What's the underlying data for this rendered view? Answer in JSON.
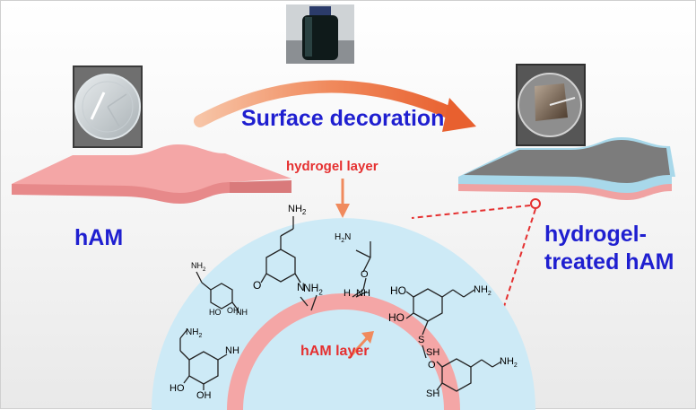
{
  "title": "Surface decoration",
  "labels": {
    "left_material": "hAM",
    "right_material_line1": "hydrogel-",
    "right_material_line2": "treated hAM",
    "hydrogel_layer": "hydrogel layer",
    "ham_layer": "hAM layer"
  },
  "chem": {
    "nh2": "NH",
    "sub2": "2",
    "h": "H",
    "o": "O",
    "n": "N",
    "ho": "HO",
    "oh": "OH",
    "s": "S",
    "sh": "SH"
  },
  "colors": {
    "title_blue": "#1f1fd0",
    "label_red": "#e53030",
    "arrow_orange": "#f08a5d",
    "membrane_pink": "#f4a6a6",
    "hydrogel_blue": "#cdeaf6",
    "treated_top_gray": "#7c7c7c"
  },
  "icons": [
    "petri-dish-clear-photo",
    "bottle-photo",
    "petri-dish-treated-photo",
    "curved-arrow-icon",
    "down-arrow-icon"
  ]
}
